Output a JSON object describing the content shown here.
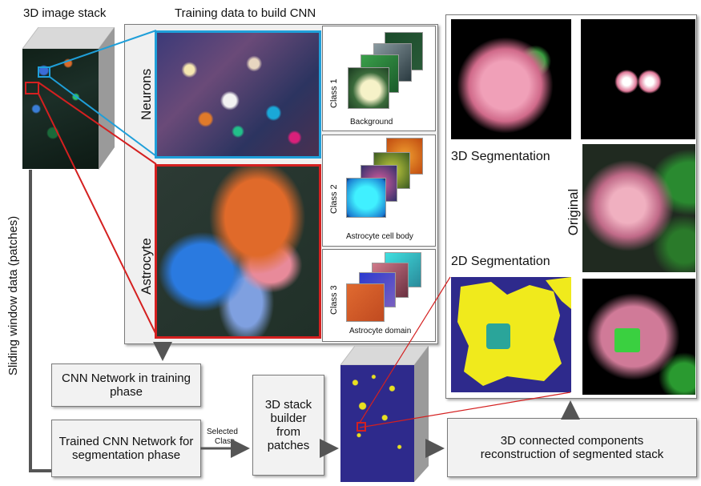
{
  "labels": {
    "stack_title": "3D image stack",
    "training_title": "Training data to build CNN",
    "sliding_window": "Sliding window data (patches)",
    "neurons": "Neurons",
    "astrocyte": "Astrocyte",
    "class1": "Class 1",
    "class2": "Class 2",
    "class3": "Class 3",
    "cap_background": "Background",
    "cap_cell_body": "Astrocyte cell body",
    "cap_domain": "Astrocyte domain",
    "seg3d": "3D Segmentation",
    "seg2d": "2D Segmentation",
    "original": "Original",
    "selected_class_1": "Selected",
    "selected_class_2": "Class"
  },
  "boxes": {
    "cnn_training": "CNN Network in training phase",
    "trained_cnn": "Trained CNN Network for segmentation phase",
    "stack_builder": "3D stack builder from patches",
    "connected_components": "3D connected components reconstruction of segmented stack"
  },
  "colors": {
    "neuron_border": "#1f9fd9",
    "astrocyte_border": "#d42020",
    "arrow": "#555555",
    "seg_navy": "#2e2a8c",
    "seg_yellow": "#f0ea1c",
    "seg_teal": "#2aa59a"
  }
}
